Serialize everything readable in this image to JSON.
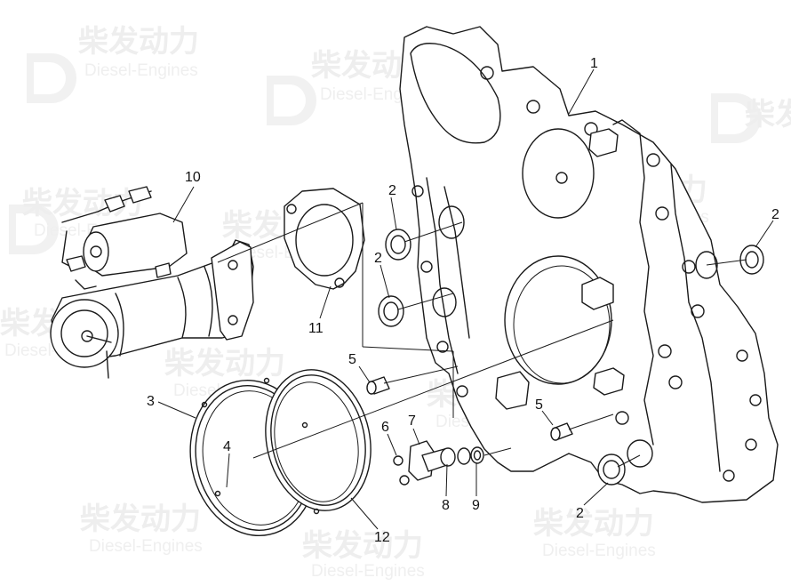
{
  "watermark": {
    "brand_cn": "柴发动力",
    "brand_en": "Diesel-Engines"
  },
  "callouts": {
    "c1": "1",
    "c2a": "2",
    "c2b": "2",
    "c2c": "2",
    "c2d": "2",
    "c3": "3",
    "c4": "4",
    "c5a": "5",
    "c5b": "5",
    "c6": "6",
    "c7": "7",
    "c8": "8",
    "c9": "9",
    "c10": "10",
    "c11": "11",
    "c12": "12"
  }
}
